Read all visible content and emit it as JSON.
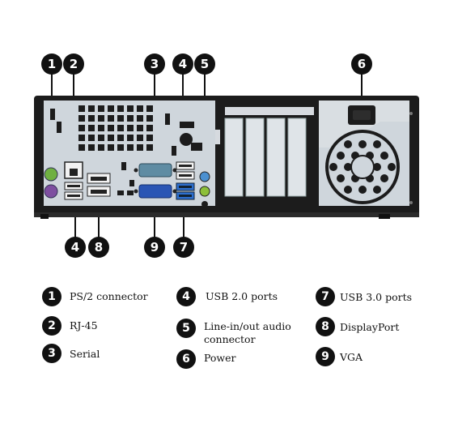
{
  "callouts": {
    "ps2": "1",
    "rj45": "2",
    "serial": "3",
    "usb2_top": "4",
    "audio": "5",
    "power": "6",
    "usb3": "7",
    "displayport": "8",
    "vga": "9",
    "usb2_bottom": "4"
  },
  "legend": [
    {
      "num": "1",
      "label": "PS/2 connector"
    },
    {
      "num": "2",
      "label": "RJ-45"
    },
    {
      "num": "3",
      "label": "Serial"
    },
    {
      "num": "4",
      "label": "USB 2.0 ports"
    },
    {
      "num": "5",
      "label": "Line-in/out audio connector"
    },
    {
      "num": "6",
      "label": "Power"
    },
    {
      "num": "7",
      "label": "USB 3.0 ports"
    },
    {
      "num": "8",
      "label": "DisplayPort"
    },
    {
      "num": "9",
      "label": "VGA"
    }
  ],
  "colors": {
    "chassis": "#1c1c1c",
    "panel": "#cfd6dc",
    "ps2_keyboard": "#7e4fa0",
    "ps2_mouse": "#6fb041",
    "vga": "#2a55b4",
    "usb3": "#2d6fcf",
    "audio_in": "#4b90d0",
    "audio_out": "#8dbf3a"
  }
}
